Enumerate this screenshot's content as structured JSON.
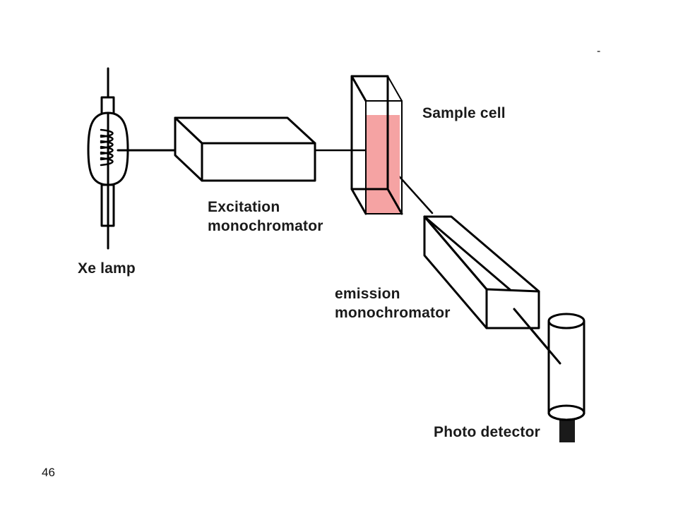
{
  "labels": {
    "xe_lamp": "Xe lamp",
    "excitation_line1": "Excitation",
    "excitation_line2": "monochromator",
    "sample_cell": "Sample cell",
    "emission_line1": "emission",
    "emission_line2": "monochromator",
    "photo_detector": "Photo detector"
  },
  "page_number": "46",
  "corner_mark": "-",
  "colors": {
    "outline": "#000000",
    "sample_fill": "#f5a3a3",
    "background": "#ffffff"
  }
}
